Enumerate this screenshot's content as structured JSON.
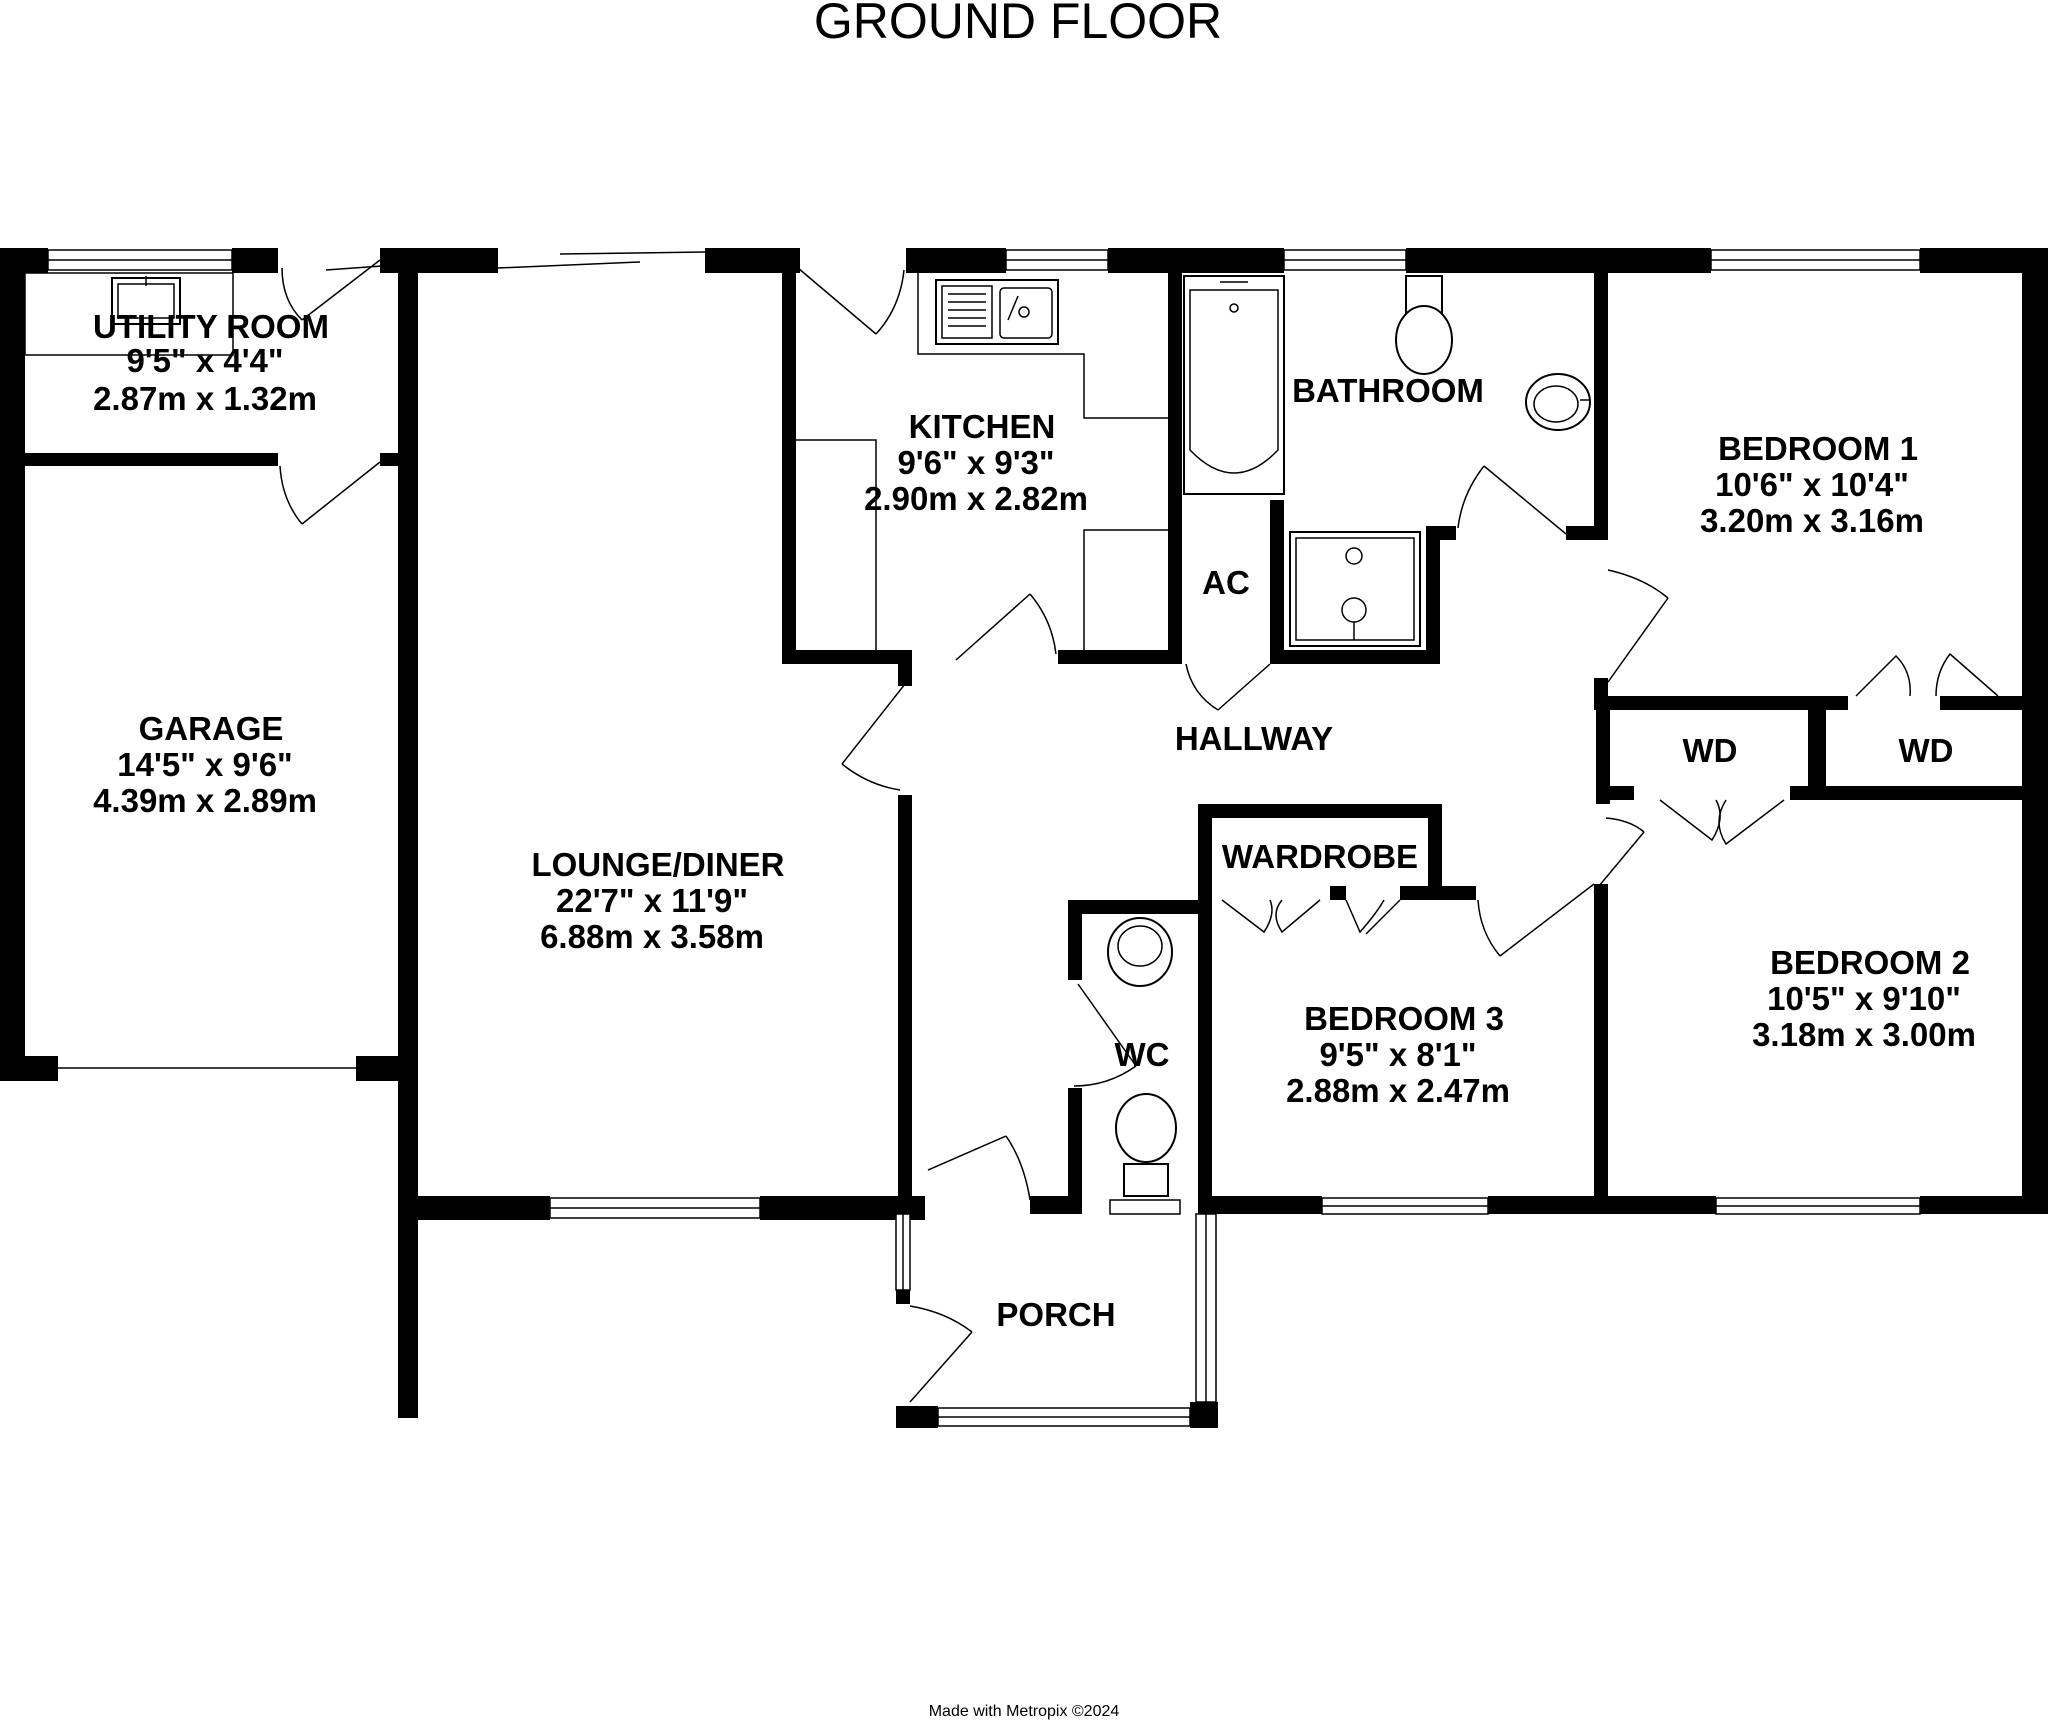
{
  "title": "GROUND FLOOR",
  "credit": "Made with Metropix ©2024",
  "rooms": {
    "utility": {
      "name": "UTILITY ROOM",
      "imperial": "9'5\"  x 4'4\"",
      "metric": "2.87m  x 1.32m"
    },
    "garage": {
      "name": "GARAGE",
      "imperial": "14'5\"  x 9'6\"",
      "metric": "4.39m  x 2.89m"
    },
    "lounge": {
      "name": "LOUNGE/DINER",
      "imperial": "22'7\"  x 11'9\"",
      "metric": "6.88m  x 3.58m"
    },
    "kitchen": {
      "name": "KITCHEN",
      "imperial": "9'6\"  x 9'3\"",
      "metric": "2.90m  x 2.82m"
    },
    "bathroom": {
      "name": "BATHROOM"
    },
    "ac": {
      "name": "AC"
    },
    "hallway": {
      "name": "HALLWAY"
    },
    "bedroom1": {
      "name": "BEDROOM 1",
      "imperial": "10'6\"  x 10'4\"",
      "metric": "3.20m  x 3.16m"
    },
    "wd1": {
      "name": "WD"
    },
    "wd2": {
      "name": "WD"
    },
    "wardrobe": {
      "name": "WARDROBE"
    },
    "bedroom2": {
      "name": "BEDROOM 2",
      "imperial": "10'5\"  x 9'10\"",
      "metric": "3.18m  x 3.00m"
    },
    "bedroom3": {
      "name": "BEDROOM 3",
      "imperial": "9'5\"  x 8'1\"",
      "metric": "2.88m  x 2.47m"
    },
    "wc": {
      "name": "WC"
    },
    "porch": {
      "name": "PORCH"
    }
  }
}
